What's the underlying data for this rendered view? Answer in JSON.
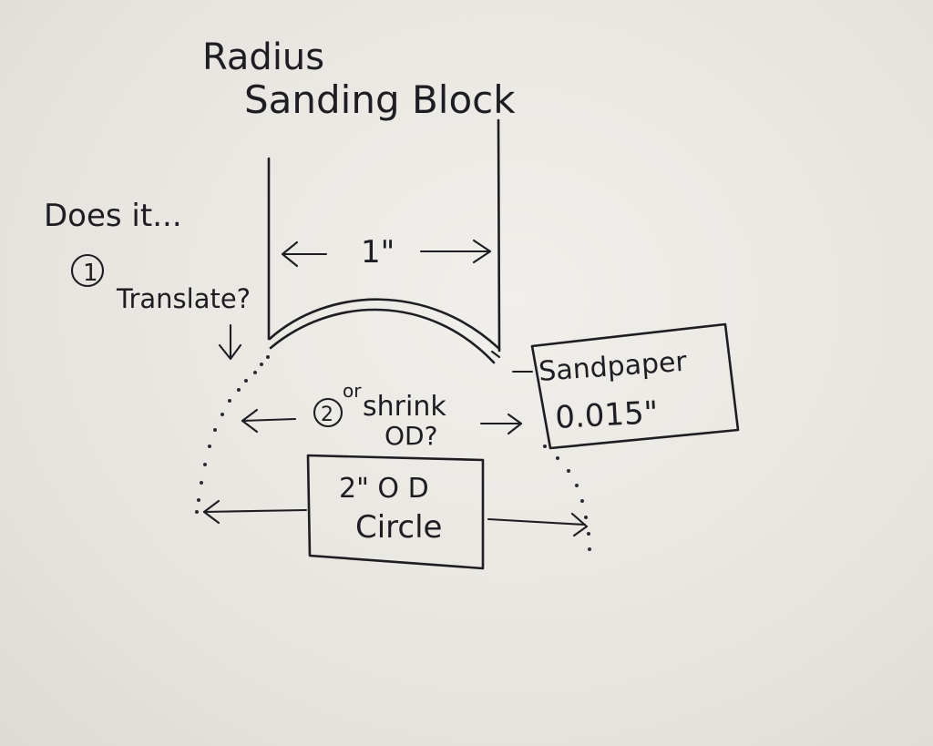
{
  "title_line1": "Radius",
  "title_line2": "Sanding Block",
  "question": "Does it...",
  "option1_number": "1",
  "option1_text": "Translate?",
  "width_label": "1\"",
  "option2_number": "2",
  "option2_prefix": "or",
  "option2_line1": "shrink",
  "option2_line2": "OD?",
  "sandpaper_line1": "Sandpaper",
  "sandpaper_line2": "0.015\"",
  "circle_line1": "2\" O D",
  "circle_line2": "Circle"
}
